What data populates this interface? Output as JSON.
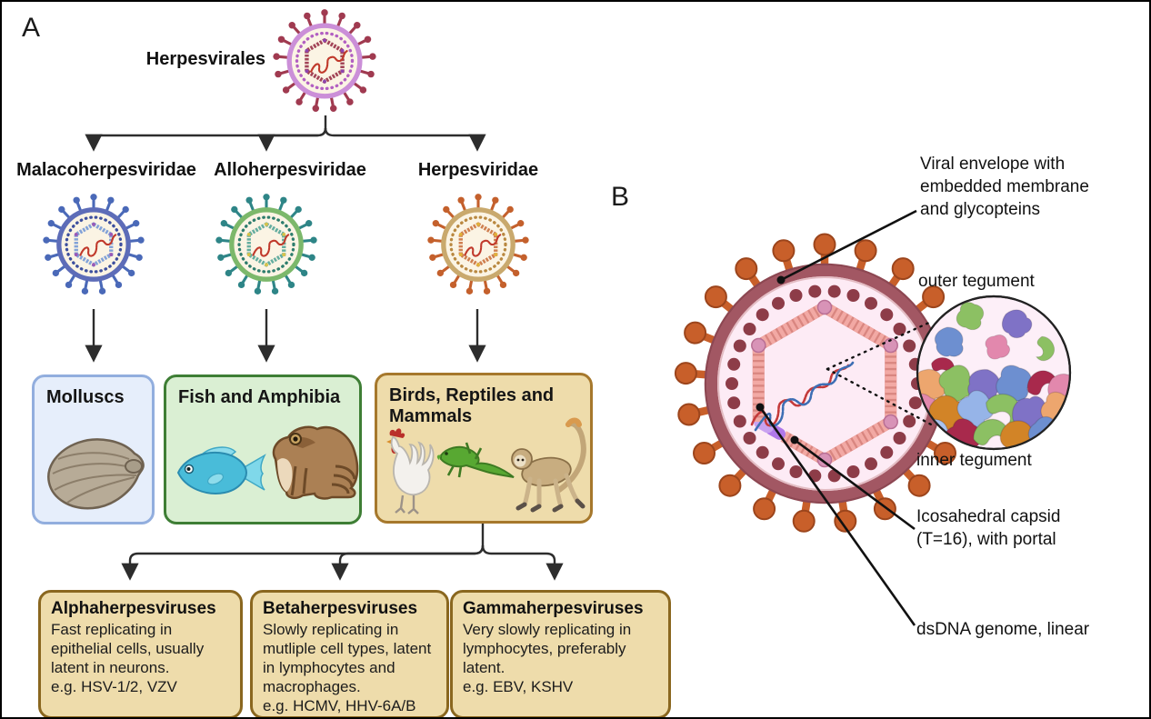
{
  "figure": {
    "panel_a_label": "A",
    "panel_b_label": "B"
  },
  "taxonomy": {
    "order": "Herpesvirales",
    "families": [
      {
        "name": "Malacoherpesviridae",
        "host_title": "Molluscs",
        "host_animals": [
          "oyster"
        ]
      },
      {
        "name": "Alloherpesviridae",
        "host_title": "Fish and Amphibia",
        "host_animals": [
          "fish",
          "frog"
        ]
      },
      {
        "name": "Herpesviridae",
        "host_title": "Birds, Reptiles and Mammals",
        "host_animals": [
          "chicken",
          "lizard",
          "monkey"
        ]
      }
    ],
    "subfamilies": [
      {
        "title": "Alphaherpesviruses",
        "description": "Fast replicating in epithelial cells, usually latent in neurons.",
        "examples": "e.g. HSV-1/2, VZV"
      },
      {
        "title": "Betaherpesviruses",
        "description": "Slowly replicating in mutliple cell types, latent in lymphocytes and macrophages.",
        "examples": "e.g. HCMV, HHV-6A/B"
      },
      {
        "title": "Gammaherpesviruses",
        "description": "Very slowly replicating in lymphocytes, preferably latent.",
        "examples": "e.g. EBV, KSHV"
      }
    ]
  },
  "virion": {
    "annotations": {
      "envelope": "Viral envelope with embedded membrane and glycopteins",
      "outer_tegument": "outer tegument",
      "inner_tegument": "inner tegument",
      "capsid": "Icosahedral capsid (T=16), with portal",
      "genome": "dsDNA genome, linear"
    }
  },
  "colors": {
    "arrow": "#2d2d2d",
    "host_boxes": {
      "molluscs": {
        "fill": "#e6eefb",
        "border": "#92aede"
      },
      "fish": {
        "fill": "#daefd3",
        "border": "#3e7e35"
      },
      "birds": {
        "fill": "#eedcab",
        "border": "#a6782c"
      }
    },
    "subfamily_box": {
      "fill": "#eedcab",
      "border": "#8a671f"
    },
    "virus_palettes": {
      "root": {
        "env": "#cb8fd8",
        "spike": "#a03a50",
        "dots": "#b25fc2",
        "capsid": "#a24457",
        "corner": "#8e44ad",
        "genome": "#c0392b",
        "fill": "#fbf4e4"
      },
      "malaco": {
        "env": "#5d6cb8",
        "spike": "#4a69b8",
        "dots": "#3d4f9e",
        "capsid": "#82a2d8",
        "corner": "#9b59b6",
        "genome": "#c0392b",
        "fill": "#fbf4e4"
      },
      "allo": {
        "env": "#7cb86b",
        "spike": "#2e8587",
        "dots": "#2e7d6d",
        "capsid": "#64ad9f",
        "corner": "#d8c24a",
        "genome": "#c0392b",
        "fill": "#fbf4e4"
      },
      "herpes": {
        "env": "#c9a96d",
        "spike": "#c4602c",
        "dots": "#b98840",
        "capsid": "#cf7f50",
        "corner": "#e0b13a",
        "genome": "#c0392b",
        "fill": "#fbf4e4"
      }
    },
    "virion_b": {
      "spike": "#c85f2a",
      "spike_dark": "#9c451c",
      "envelope": "#a25763",
      "envelope_edge": "#8d4752",
      "interior": "#fdebf5",
      "tegument_dot": "#8d3c48",
      "capsid_brick": "#f2a9a4",
      "capsid_gap": "#d98680",
      "capsid_corner": "#d893b7",
      "portal_light": "#c9a2f0",
      "portal_dark": "#b078ea",
      "dna_red": "#c43a3a",
      "dna_blue": "#3d6eb4",
      "inset_bg": "#fdeff8"
    },
    "tegument_palette": [
      "#8cc063",
      "#6d8fd0",
      "#96b4e8",
      "#7f72c6",
      "#e288ad",
      "#a8294c",
      "#d28427",
      "#eda66e",
      "#a9c3ee",
      "#e8907d"
    ]
  }
}
